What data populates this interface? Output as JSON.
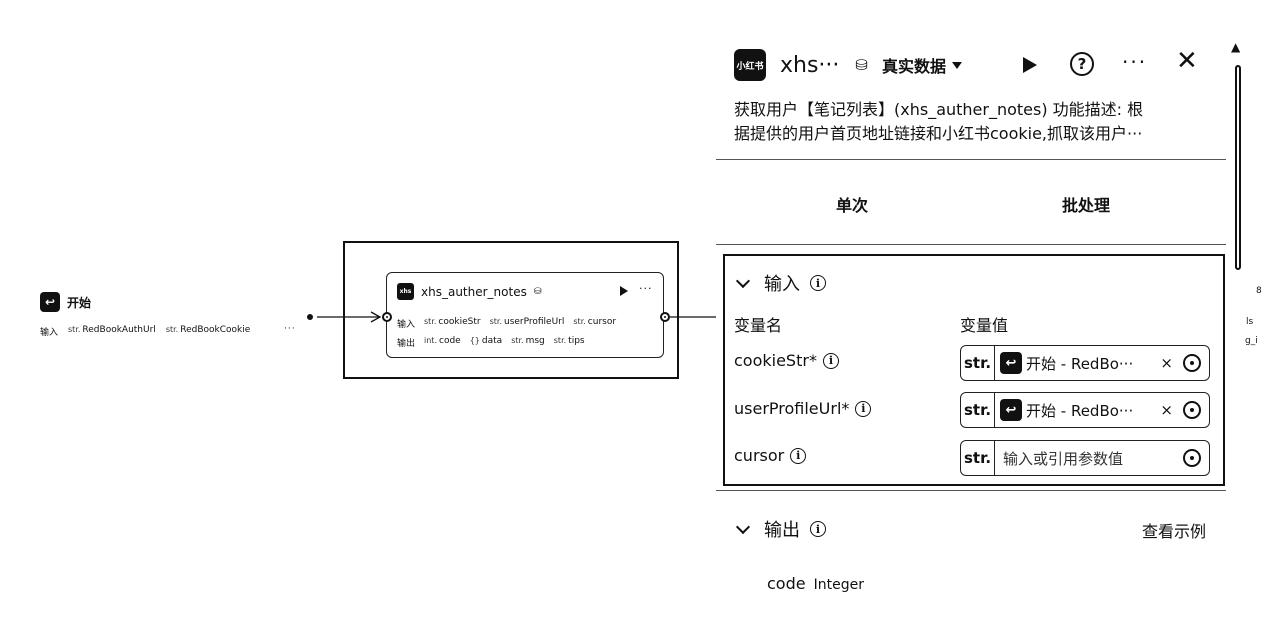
{
  "canvas": {
    "start_node": {
      "title": "开始",
      "row_label": "输入",
      "params": [
        {
          "type": "str.",
          "name": "RedBookAuthUrl"
        },
        {
          "type": "str.",
          "name": "RedBookCookie"
        }
      ],
      "more": "···"
    },
    "plugin_node": {
      "title": "xhs_auther_notes",
      "db_icon": "database-icon",
      "more": "···",
      "inputs_label": "输入",
      "inputs": [
        {
          "type": "str.",
          "name": "cookieStr"
        },
        {
          "type": "str.",
          "name": "userProfileUrl"
        },
        {
          "type": "str.",
          "name": "cursor"
        }
      ],
      "outputs_label": "输出",
      "outputs": [
        {
          "type": "int.",
          "name": "code"
        },
        {
          "type": "{}",
          "name": "data"
        },
        {
          "type": "str.",
          "name": "msg"
        },
        {
          "type": "str.",
          "name": "tips"
        }
      ]
    },
    "edge_glyphs": [
      "8",
      "ls",
      "g_i"
    ]
  },
  "panel": {
    "logo_text": "小红书",
    "title": "xhs···",
    "data_mode": "真实数据",
    "description_line1": "获取用户【笔记列表】(xhs_auther_notes) 功能描述: 根",
    "description_line2": "据提供的用户首页地址链接和小红书cookie,抓取该用户···",
    "tabs": [
      "单次",
      "批处理"
    ],
    "inputs_section": {
      "title": "输入",
      "col_name": "变量名",
      "col_value": "变量值",
      "rows": [
        {
          "name": "cookieStr*",
          "type": "str.",
          "ref": "开始 - RedBo···",
          "clear": "×"
        },
        {
          "name": "userProfileUrl*",
          "type": "str.",
          "ref": "开始 - RedBo···",
          "clear": "×"
        },
        {
          "name": "cursor",
          "type": "str.",
          "placeholder": "输入或引用参数值"
        }
      ]
    },
    "outputs_section": {
      "title": "输出",
      "view_example": "查看示例",
      "rows": [
        {
          "name": "code",
          "type": "Integer"
        }
      ]
    }
  },
  "icons": {
    "run": "play-icon",
    "help": "help-icon",
    "more": "more-icon",
    "close": "close-icon",
    "info": "info-icon",
    "target": "target-icon"
  }
}
